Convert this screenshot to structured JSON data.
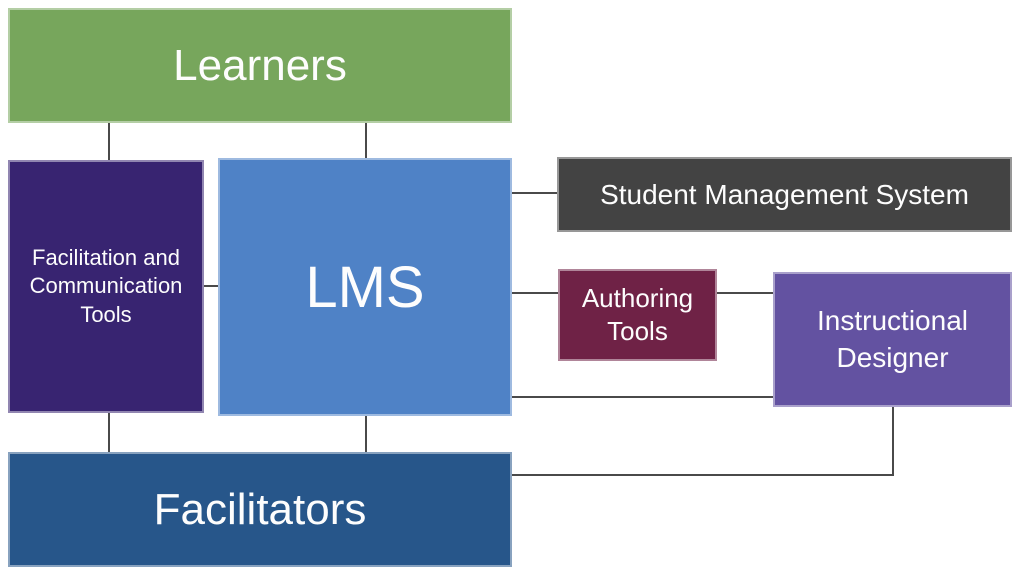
{
  "diagram": {
    "background": "#FFFFFF",
    "connector_color": "#4A4A4A",
    "text_color": "#FDFDFD",
    "nodes": {
      "learners": {
        "label": "Learners",
        "color": "#77A65C"
      },
      "facilitation_tools": {
        "label": "Facilitation and Communication Tools",
        "color": "#382471"
      },
      "lms": {
        "label": "LMS",
        "color": "#4F82C6"
      },
      "student_management_system": {
        "label": "Student Management System",
        "color": "#434343"
      },
      "authoring_tools": {
        "label": "Authoring Tools",
        "color": "#6F2246"
      },
      "instructional_designer": {
        "label": "Instructional Designer",
        "color": "#6352A1"
      },
      "facilitators": {
        "label": "Facilitators",
        "color": "#27568A"
      }
    },
    "connections": [
      {
        "from": "learners",
        "to": "facilitation_tools"
      },
      {
        "from": "learners",
        "to": "lms"
      },
      {
        "from": "facilitation_tools",
        "to": "lms"
      },
      {
        "from": "lms",
        "to": "student_management_system"
      },
      {
        "from": "lms",
        "to": "authoring_tools"
      },
      {
        "from": "authoring_tools",
        "to": "instructional_designer"
      },
      {
        "from": "lms",
        "to": "instructional_designer"
      },
      {
        "from": "facilitation_tools",
        "to": "facilitators"
      },
      {
        "from": "lms",
        "to": "facilitators"
      },
      {
        "from": "facilitators",
        "to": "instructional_designer"
      }
    ]
  }
}
